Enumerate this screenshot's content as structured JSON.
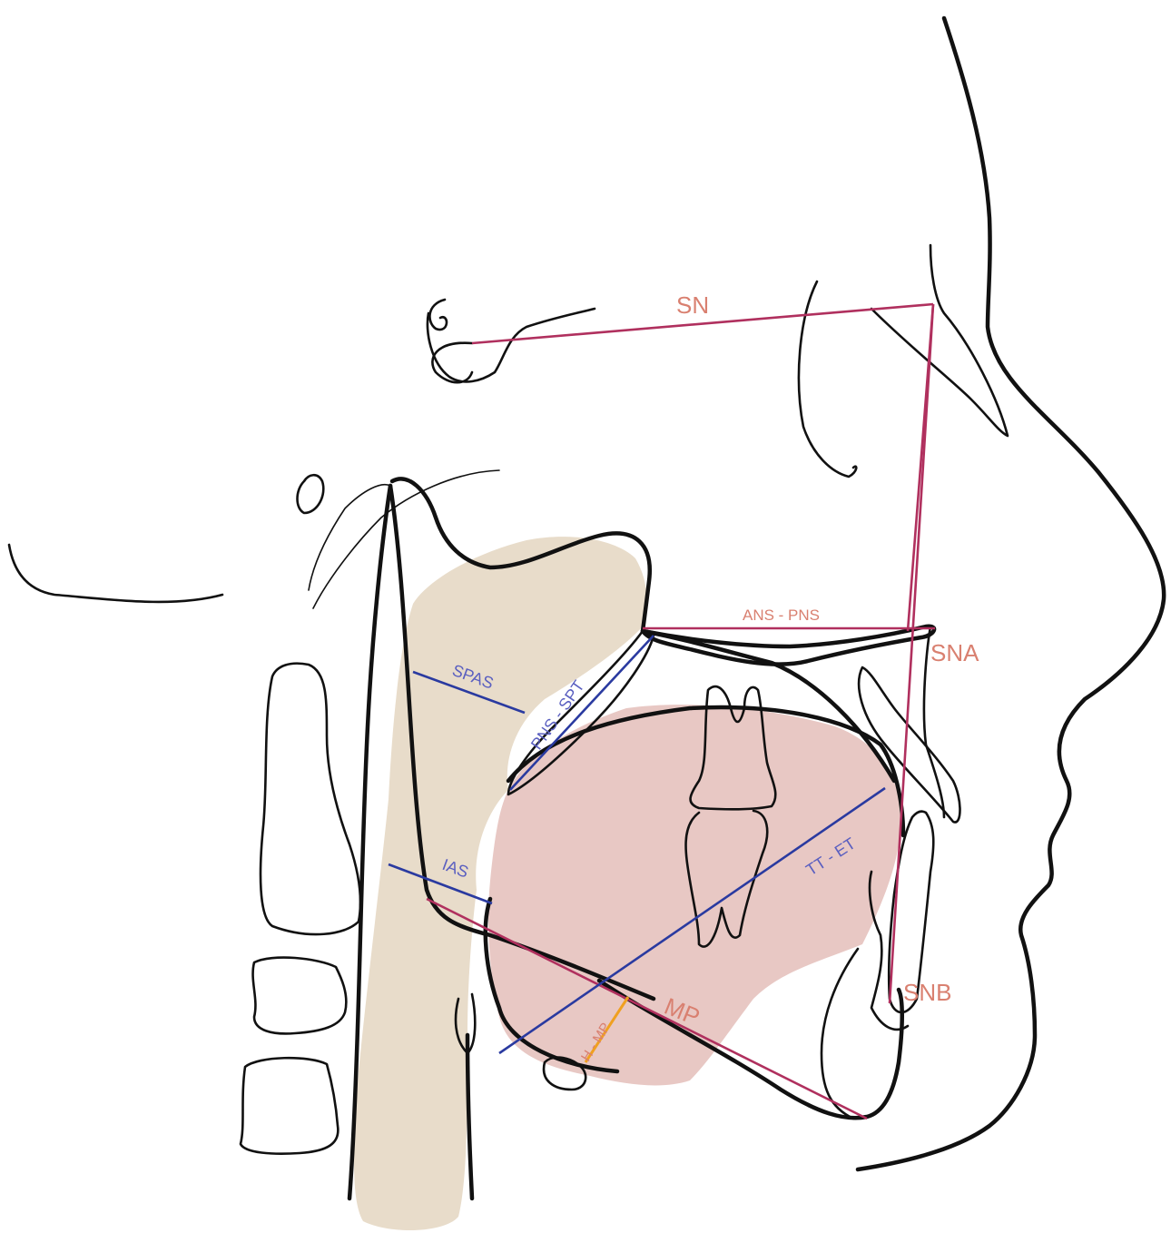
{
  "labels": {
    "sn": "SN",
    "sna": "SNA",
    "snb": "SNB",
    "ans_pns": "ANS - PNS",
    "mp": "MP",
    "spas": "SPAS",
    "pns_spt": "PNS - SPT",
    "ias": "IAS",
    "tt_et": "TT - ET",
    "h_mp": "H - MP"
  },
  "colors": {
    "reference_line": "#b0305e",
    "airway_line": "#2a3aa0",
    "h_mp_line": "#f0a020",
    "airway_fill": "#e8dcca",
    "tongue_fill": "#e8c8c4",
    "label_salmon": "#d98070",
    "label_blue": "#5a5fc0",
    "outline": "#111111"
  }
}
